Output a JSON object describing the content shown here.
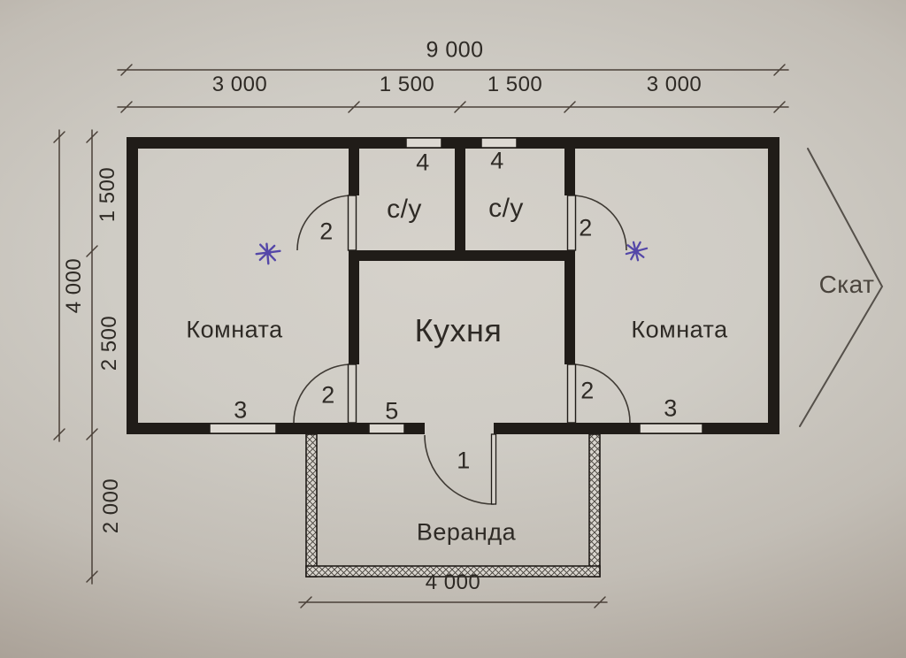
{
  "dimensions": {
    "top_total": "9 000",
    "top_segments": [
      "3 000",
      "1 500",
      "1 500",
      "3 000"
    ],
    "left_total": "4 000",
    "left_segments": [
      "1 500",
      "2 500",
      "2 000"
    ],
    "veranda_width": "4 000"
  },
  "rooms": {
    "room_left": "Комната",
    "bathroom_left": "с/у",
    "bathroom_right": "с/у",
    "kitchen": "Кухня",
    "room_right": "Комната",
    "veranda": "Веранда"
  },
  "roof": {
    "slope_label": "Скат"
  },
  "openings": {
    "window_su_left": "4",
    "window_su_right": "4",
    "door_su_left": "2",
    "door_su_right": "2",
    "door_kitchen_left": "2",
    "door_kitchen_right": "2",
    "window_room_left": "3",
    "window_kitchen": "5",
    "window_room_right": "3",
    "door_veranda": "1"
  },
  "colors": {
    "paper": "#cfccc5",
    "paper_edge": "#918880",
    "wall": "#201c18",
    "thin_line": "#4a4038",
    "text": "#2e2a25",
    "ink_mark": "#4a3ca6"
  }
}
